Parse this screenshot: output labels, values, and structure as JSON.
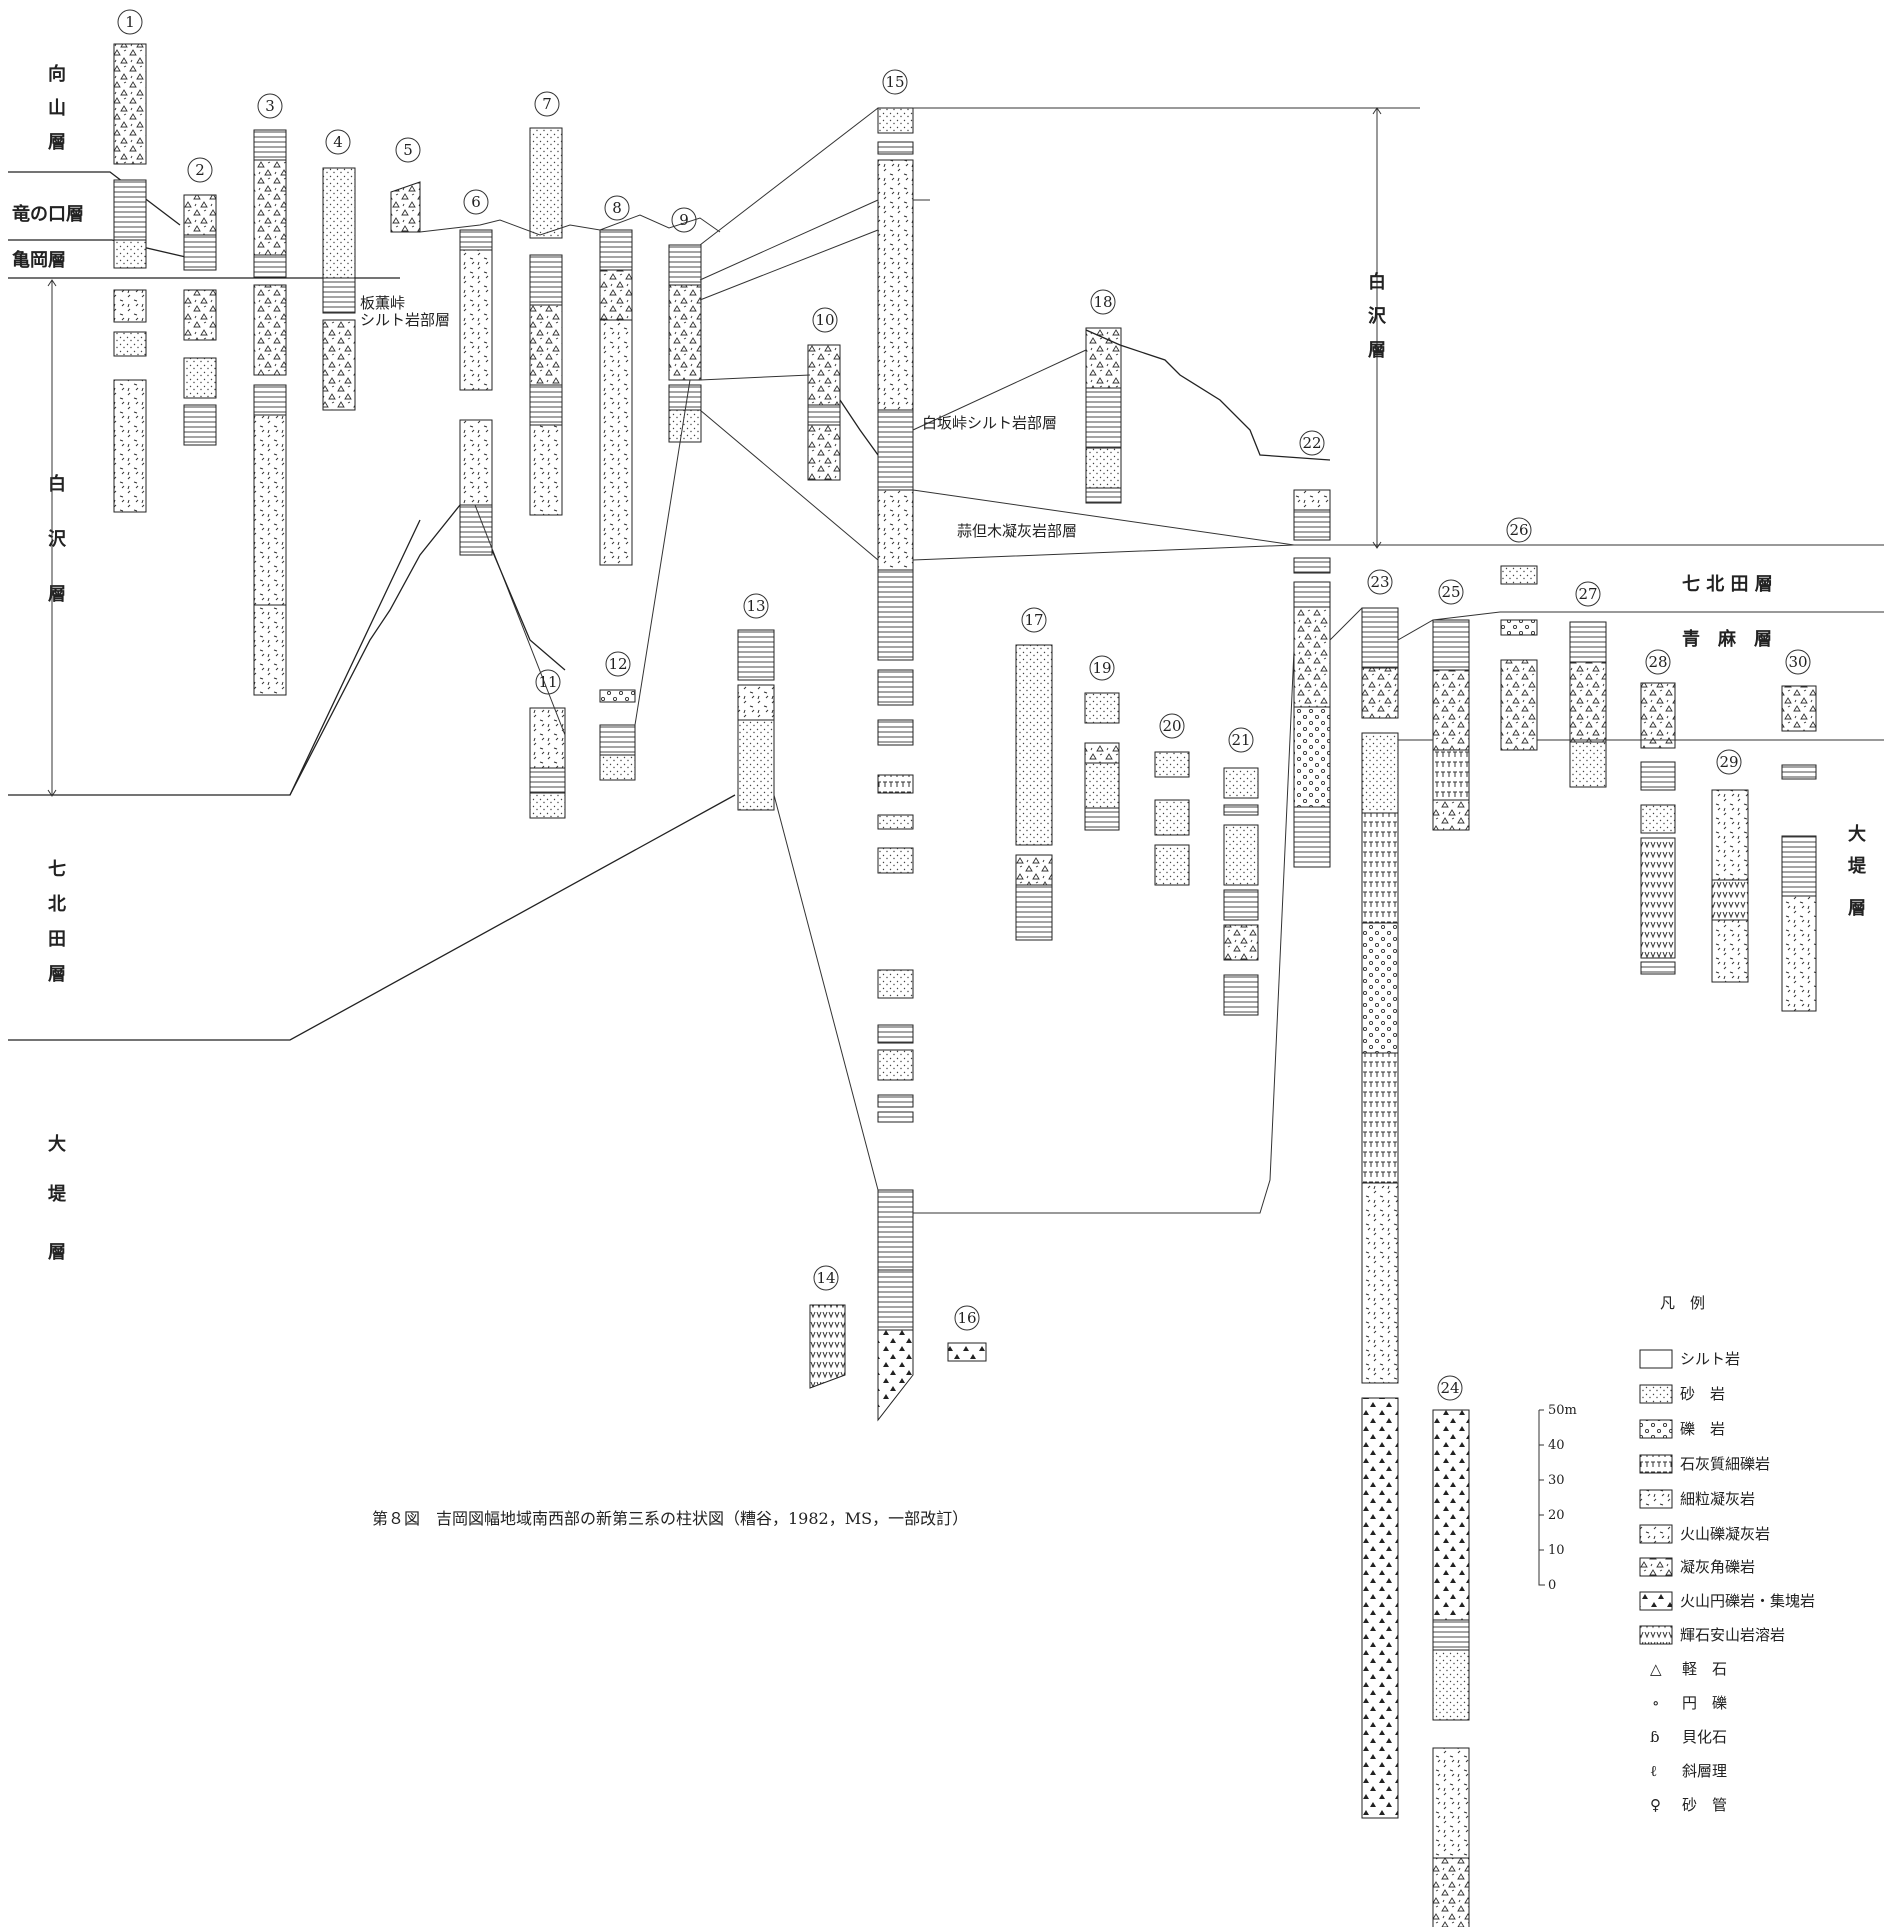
{
  "formations_left": {
    "mukaiyama": [
      "向",
      "山",
      "層"
    ],
    "tatsunokuchi": "竜の口層",
    "kameoka": "亀岡層",
    "shirasawa": [
      "白",
      "沢",
      "層"
    ],
    "nanakitada": [
      "七",
      "北",
      "田",
      "層"
    ],
    "otsutsumi": [
      "大",
      "堤",
      "層"
    ]
  },
  "formations_right": {
    "shirasawa": [
      "白",
      "沢",
      "層"
    ],
    "nanakitada": "七 北 田 層",
    "aoso": "青　麻　層",
    "otsutsumi": [
      "大",
      "堤",
      "層"
    ]
  },
  "member_labels": {
    "itakutoge": [
      "板薫峠",
      "シルト岩部層"
    ],
    "shirasakatoge": "白坂峠シルト岩部層",
    "nindagi": "蒜但木凝灰岩部層"
  },
  "column_numbers": [
    "1",
    "2",
    "3",
    "4",
    "5",
    "6",
    "7",
    "8",
    "9",
    "10",
    "11",
    "12",
    "13",
    "14",
    "15",
    "16",
    "17",
    "18",
    "19",
    "20",
    "21",
    "22",
    "23",
    "24",
    "25",
    "26",
    "27",
    "28",
    "29",
    "30"
  ],
  "legend": {
    "title": "凡　例",
    "items": [
      {
        "pattern": "blank",
        "label": "シルト岩"
      },
      {
        "pattern": "sandstone",
        "label": "砂　岩"
      },
      {
        "pattern": "conglomerate",
        "label": "礫　岩"
      },
      {
        "pattern": "calcareous",
        "label": "石灰質細礫岩"
      },
      {
        "pattern": "fine-tuff",
        "label": "細粒凝灰岩"
      },
      {
        "pattern": "lapilli-tuff",
        "label": "火山礫凝灰岩"
      },
      {
        "pattern": "tuff-breccia",
        "label": "凝灰角礫岩"
      },
      {
        "pattern": "volcanic-breccia",
        "label": "火山円礫岩・集塊岩"
      },
      {
        "pattern": "andesite",
        "label": "輝石安山岩溶岩"
      }
    ],
    "symbols": [
      {
        "symbol": "△",
        "label": "軽　石"
      },
      {
        "symbol": "∘",
        "label": "円　礫"
      },
      {
        "symbol": "ɓ",
        "label": "貝化石"
      },
      {
        "symbol": "ℓ",
        "label": "斜層理"
      },
      {
        "symbol": "♀",
        "label": "砂　管"
      }
    ]
  },
  "scale": {
    "labels": [
      "50m",
      "40",
      "30",
      "20",
      "10",
      "0"
    ]
  },
  "caption": "第８図　吉岡図幅地域南西部の新第三系の柱状図（糟谷，1982，MS，一部改訂）"
}
